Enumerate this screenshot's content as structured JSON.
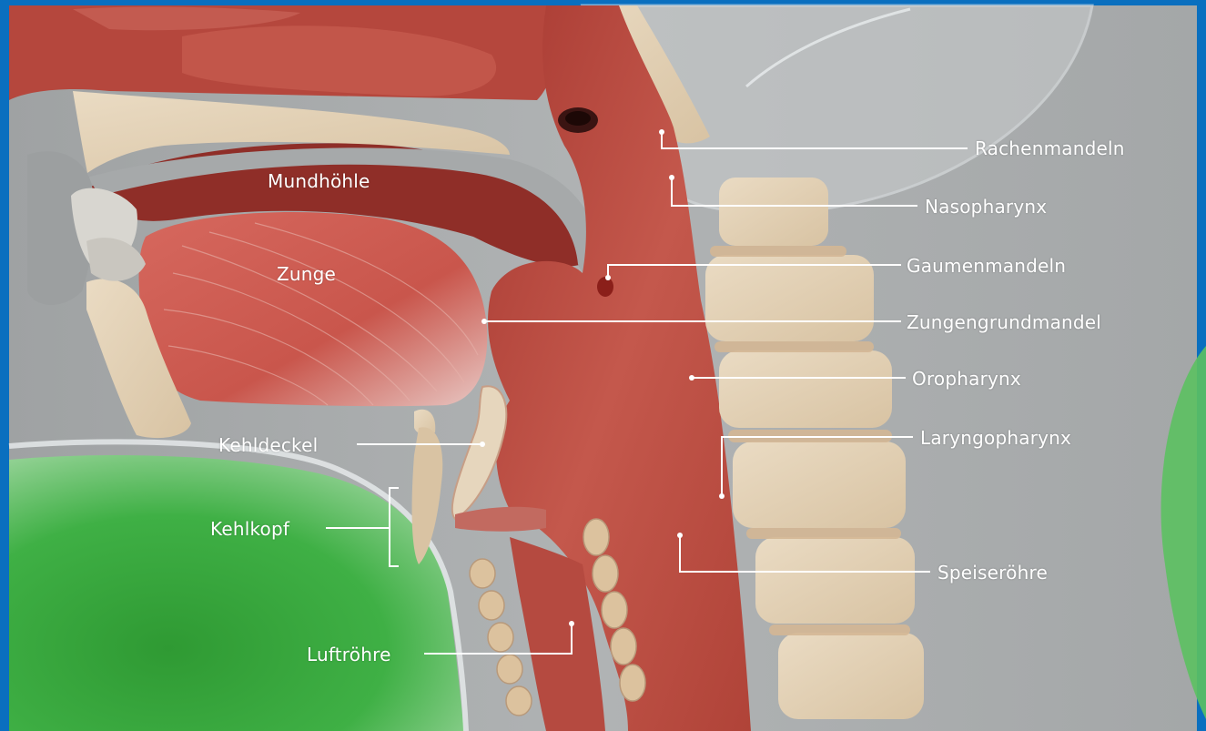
{
  "labels": {
    "mundhoehle": "Mundhöhle",
    "zunge": "Zunge",
    "kehldeckel": "Kehldeckel",
    "kehlkopf": "Kehlkopf",
    "luftroehre": "Luftröhre",
    "rachenmandeln": "Rachenmandeln",
    "nasopharynx": "Nasopharynx",
    "gaumenmandeln": "Gaumenmandeln",
    "zungengrundmandel": "Zungengrundmandel",
    "oropharynx": "Oropharynx",
    "laryngopharynx": "Laryngopharynx",
    "speiseroehre": "Speiseröhre"
  },
  "colors": {
    "frame": "#0a6fbf",
    "background": "#a9acad",
    "tissue": "#b8433a",
    "bone": "#e2cfb2",
    "skin": "#3fa843",
    "callout": "#ffffff"
  }
}
